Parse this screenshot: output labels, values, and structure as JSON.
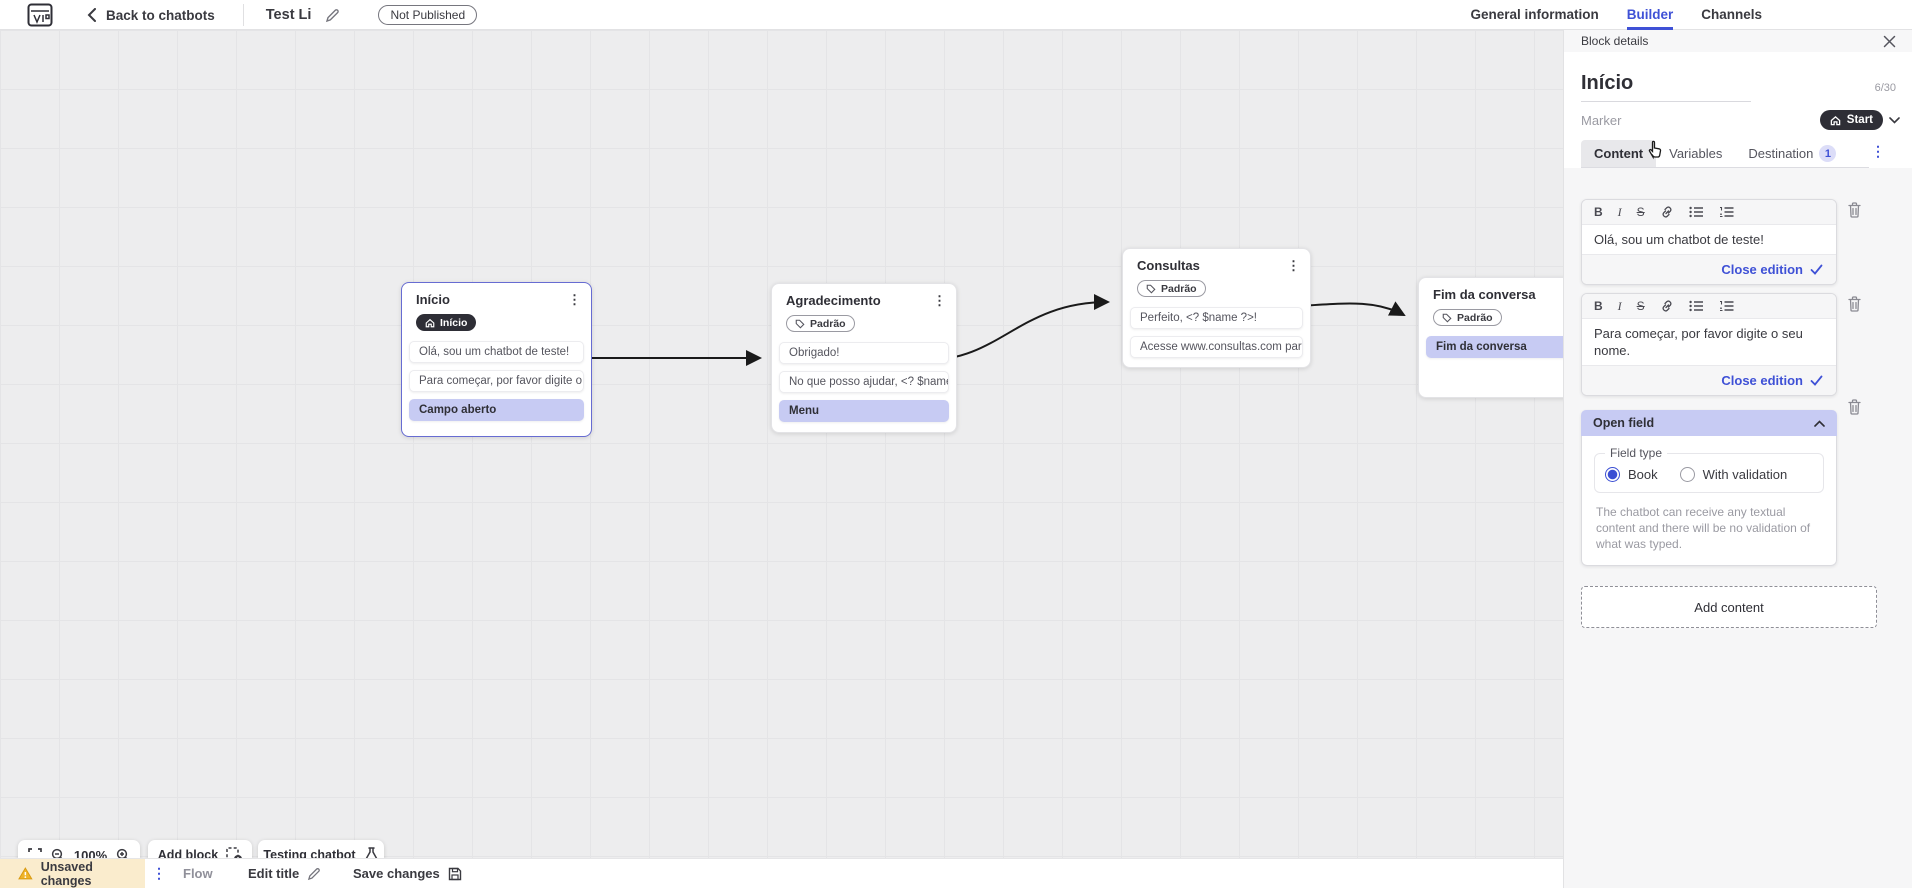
{
  "topbar": {
    "back_label": "Back to chatbots",
    "title": "Test Li",
    "status_badge": "Not Published",
    "tabs": [
      {
        "label": "General information"
      },
      {
        "label": "Builder"
      },
      {
        "label": "Channels"
      }
    ],
    "active_tab": "Builder"
  },
  "panel": {
    "header": "Block details",
    "block_title": "Início",
    "counter": "6/30",
    "marker_label": "Marker",
    "marker_value": "Start",
    "tabs": {
      "content": "Content",
      "variables": "Variables",
      "destination": "Destination",
      "destination_count": "1"
    },
    "editors": [
      {
        "text": "Olá, sou um chatbot de teste!",
        "action": "Close edition"
      },
      {
        "text": "Para começar, por favor digite o seu nome.",
        "action": "Close edition"
      }
    ],
    "open_field": {
      "title": "Open field",
      "field_type_label": "Field type",
      "option_book": "Book",
      "option_validation": "With validation",
      "selected_option": "Book",
      "help": "The chatbot can receive any textual content and there will be no validation of what was typed."
    },
    "add_content_label": "Add content"
  },
  "canvas": {
    "blocks": [
      {
        "title": "Início",
        "badge": "Início",
        "selected": true,
        "rows": [
          {
            "text": "Olá, sou um chatbot de teste!"
          },
          {
            "text": "Para começar, por favor digite o ..."
          },
          {
            "text": "Campo aberto",
            "highlight": true
          }
        ]
      },
      {
        "title": "Agradecimento",
        "badge": "Padrão",
        "rows": [
          {
            "text": "Obrigado!"
          },
          {
            "text": "No que posso ajudar, <? $name ..."
          },
          {
            "text": "Menu",
            "highlight": true
          }
        ]
      },
      {
        "title": "Consultas",
        "badge": "Padrão",
        "rows": [
          {
            "text": "Perfeito, <? $name ?>!"
          },
          {
            "text": "Acesse www.consultas.com par..."
          }
        ]
      },
      {
        "title": "Fim da conversa",
        "badge": "Padrão",
        "rows": [
          {
            "text": "Fim da conversa",
            "highlight": true
          }
        ]
      }
    ]
  },
  "toolbar": {
    "zoom_level": "100%",
    "add_block_label": "Add block",
    "testing_label": "Testing chatbot"
  },
  "statusbar": {
    "unsaved_label": "Unsaved changes",
    "flow_label": "Flow",
    "edit_title_label": "Edit title",
    "save_label": "Save changes"
  },
  "colors": {
    "accent_blue": "#3f51d6",
    "highlight_purple": "#c7cbf3",
    "dark_pill": "#2e2e36",
    "selected_border": "#676cd2",
    "unsaved_bg": "#faeccd"
  }
}
